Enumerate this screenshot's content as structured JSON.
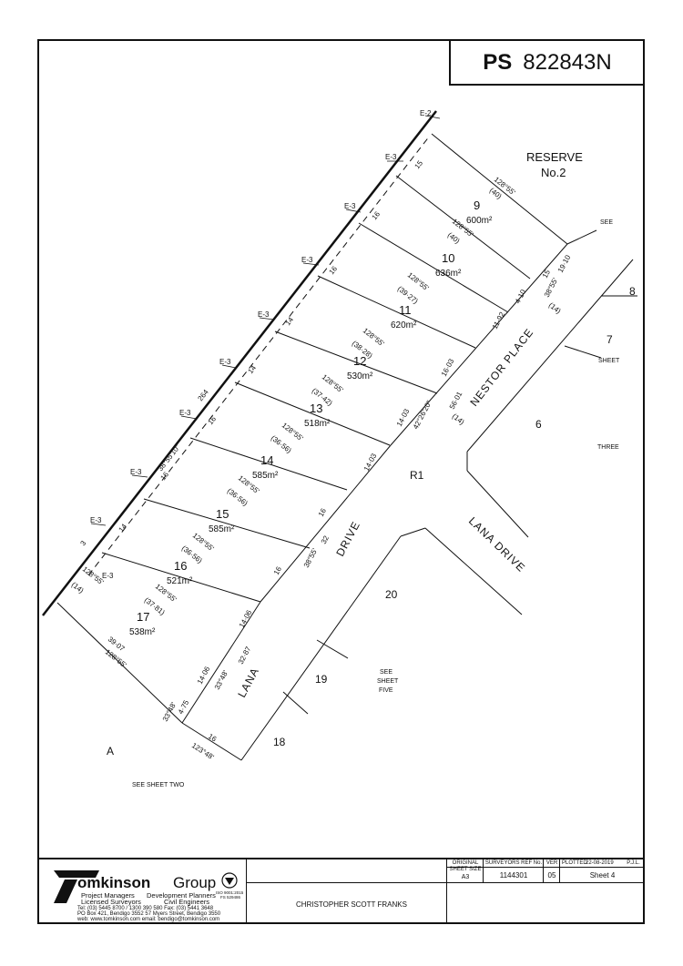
{
  "plan_number": {
    "prefix": "PS",
    "number": "822843N"
  },
  "lots": [
    {
      "id": "9",
      "area": "600m²"
    },
    {
      "id": "10",
      "area": "636m²"
    },
    {
      "id": "11",
      "area": "620m²"
    },
    {
      "id": "12",
      "area": "530m²"
    },
    {
      "id": "13",
      "area": "518m²"
    },
    {
      "id": "14",
      "area": "585m²"
    },
    {
      "id": "15",
      "area": "585m²"
    },
    {
      "id": "16",
      "area": "521m²"
    },
    {
      "id": "17",
      "area": "538m²"
    }
  ],
  "bearings": {
    "b128_55": "128°55'",
    "b38_55_10": "38°55'10\"",
    "b38_55": "38°55'",
    "b42_26_20": "42°26'20\"",
    "b33_48": "33°48'",
    "b123_48": "123°48'"
  },
  "distances": {
    "d40a": "(40)",
    "d40b": "(40)",
    "d39_27": "(39·27)",
    "d38_28": "(38·28)",
    "d37_42": "(37·42)",
    "d36_56a": "(36·56)",
    "d36_56b": "(36·56)",
    "d36_56c": "(36·56)",
    "d37_81": "(37·81)",
    "d14_lot17": "(14)",
    "d39_07": "39·07",
    "d264": "264",
    "d16a": "16",
    "d16b": "16",
    "d16c": "16",
    "d16d": "16",
    "d16e": "16",
    "d16f": "16",
    "d16g": "16",
    "d15a": "15",
    "d15b": "15",
    "d14a": "14",
    "d14b": "14",
    "d14c": "14",
    "d11_92": "11·92",
    "d4_10": "4·10",
    "d19_10": "19·10",
    "d16_03": "16·03",
    "d56_01": "56·01",
    "d14_03a": "14·03",
    "d14_03b": "14·03",
    "d14_nestor": "(14)",
    "d14_nestor2": "(14)",
    "d32": "32",
    "d14_06a": "14·06",
    "d14_06b": "14·06",
    "d32_87": "32·87",
    "d4_75": "4·75",
    "d3": "3"
  },
  "easements": [
    "E-2",
    "E-3",
    "E-3",
    "E-3",
    "E-3",
    "E-3",
    "E-3",
    "E-3",
    "E-3",
    "E-3"
  ],
  "labels": {
    "reserve": "RESERVE",
    "reserve_no": "No.2",
    "see1": "SEE",
    "sheet1": "SHEET",
    "three": "THREE",
    "nestor_place": "NESTOR PLACE",
    "r1": "R1",
    "lana_drive": "LANA DRIVE",
    "drive": "DRIVE",
    "lana": "LANA",
    "lot20": "20",
    "lot19": "19",
    "lot18": "18",
    "lot8": "8",
    "lot7": "7",
    "lot6": "6",
    "lot_a": "A",
    "see_sheet_two": "SEE SHEET TWO",
    "see_sheet_five_1": "SEE",
    "see_sheet_five_2": "SHEET",
    "see_sheet_five_3": "FIVE"
  },
  "title_block": {
    "logo_name": "omkinson",
    "logo_group": "Group",
    "left_col": [
      "Project Managers",
      "Licensed Surveyors"
    ],
    "right_col": [
      "Development Planners",
      "Civil Engineers"
    ],
    "contact1": "Tel: (03) 5445 8700  /  1300 390 580       Fax: (03) 5441 3648",
    "contact2": "PO Box 421, Bendigo 3552      57 Myers Street, Bendigo 3550",
    "contact3": "web: www.tomkinson.com             email: bendigo@tomkinson.com",
    "iso": "ISO 9001:2015",
    "iso_cert": "FS 529486",
    "surveyor": "CHRISTOPHER SCOTT FRANKS",
    "orig_size_label": "ORIGINAL SHEET SIZE",
    "orig_size": "A3",
    "ref_label": "SURVEYORS REF No.",
    "ref": "1144301",
    "ver_label": "VER",
    "ver": "05",
    "plotted_label": "PLOTTED",
    "plotted_date": "22-08-2019",
    "initials": "P.J.L.",
    "sheet": "Sheet 4"
  }
}
